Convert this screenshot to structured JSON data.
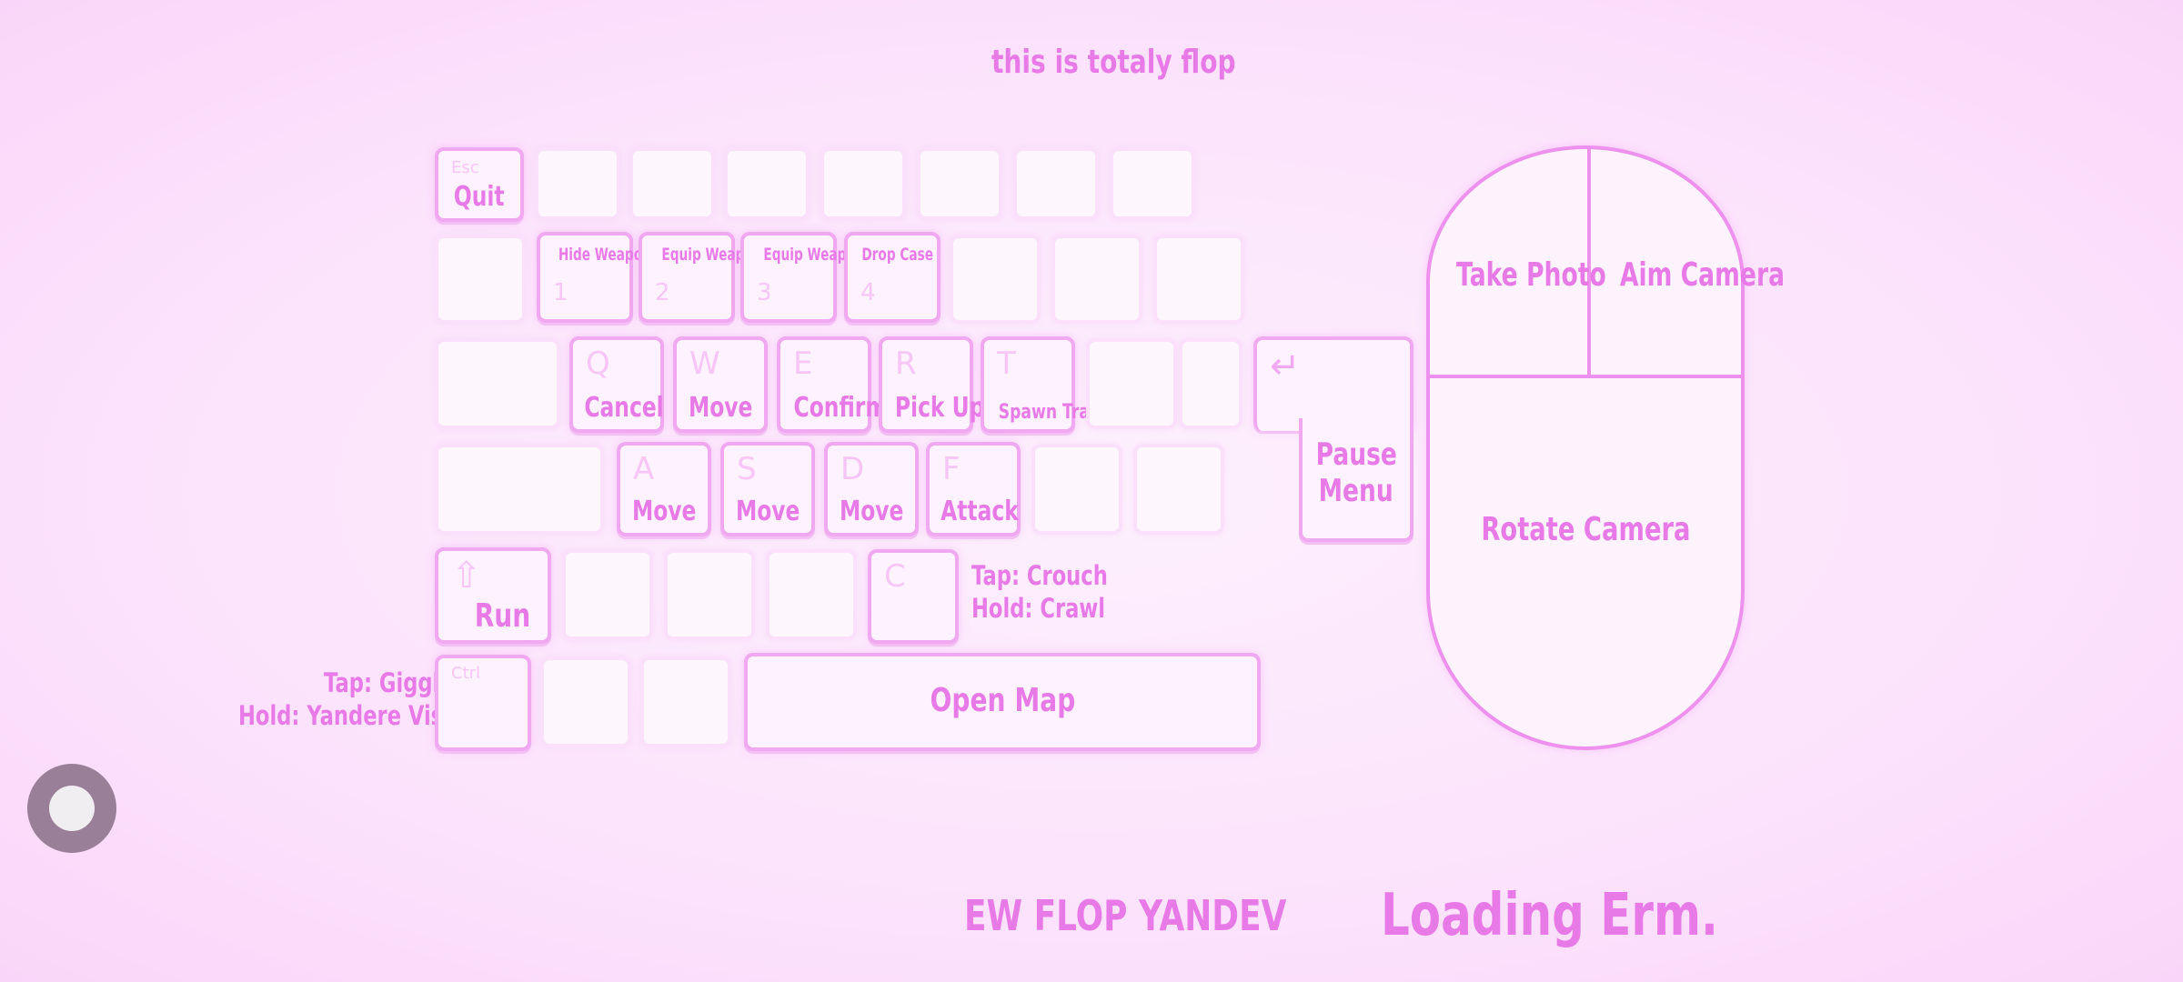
{
  "header_text": "this is totaly flop",
  "footer": {
    "left": "EW FLOP YANDEV",
    "loading": "Loading Erm."
  },
  "keys": {
    "esc": {
      "glyph": "Esc",
      "action": "Quit"
    },
    "k1": {
      "glyph": "1",
      "action": "Hide Weapon"
    },
    "k2": {
      "glyph": "2",
      "action": "Equip Weapon"
    },
    "k3": {
      "glyph": "3",
      "action": "Equip Weapon"
    },
    "k4": {
      "glyph": "4",
      "action": "Drop Case"
    },
    "q": {
      "glyph": "Q",
      "action": "Cancel"
    },
    "w": {
      "glyph": "W",
      "action": "Move"
    },
    "e": {
      "glyph": "E",
      "action": "Confirm"
    },
    "r": {
      "glyph": "R",
      "action": "Pick Up"
    },
    "t": {
      "glyph": "T",
      "action": "Spawn Trail"
    },
    "a": {
      "glyph": "A",
      "action": "Move"
    },
    "s": {
      "glyph": "S",
      "action": "Move"
    },
    "d": {
      "glyph": "D",
      "action": "Move"
    },
    "f": {
      "glyph": "F",
      "action": "Attack"
    },
    "shift": {
      "glyph": "⇧",
      "action": "Run"
    },
    "c": {
      "glyph": "C",
      "tap": "Tap: Crouch",
      "hold": "Hold: Crawl"
    },
    "ctrl": {
      "glyph": "Ctrl",
      "tap": "Tap: Giggle",
      "hold": "Hold: Yandere Vision"
    },
    "space": {
      "action": "Open Map"
    },
    "enter": {
      "glyph": "↵",
      "action_line1": "Pause",
      "action_line2": "Menu"
    }
  },
  "mouse": {
    "left": "Take Photo",
    "right": "Aim Camera",
    "body": "Rotate Camera"
  },
  "colors": {
    "accent": "#e87ae8",
    "key_border": "#f0a8f0",
    "background": "#fce3fc"
  }
}
